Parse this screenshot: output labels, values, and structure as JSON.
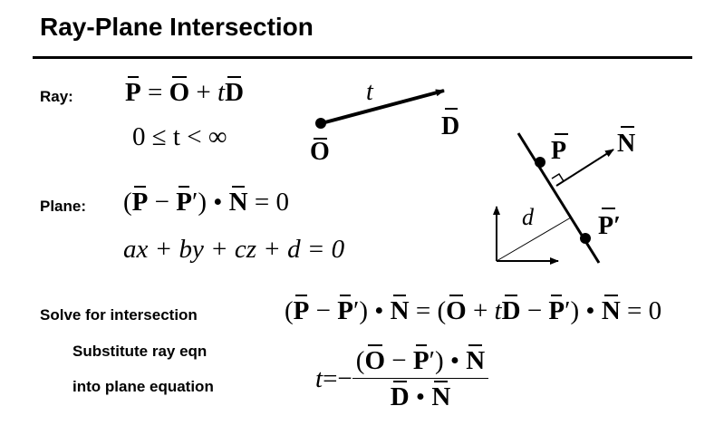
{
  "title": "Ray-Plane Intersection",
  "labels": {
    "ray": "Ray:",
    "plane": "Plane:",
    "solve": "Solve for intersection",
    "substitute": "Substitute ray eqn",
    "into_plane": "into plane equation"
  },
  "symbols": {
    "P": "P",
    "O": "O",
    "D": "D",
    "N": "N",
    "t": "t",
    "d": "d",
    "prime": "′",
    "eq": " = ",
    "plus": " + ",
    "minus": " − ",
    "dot": " • ",
    "zero": "0",
    "lparen": "(",
    "rparen": ")",
    "neg": "−"
  },
  "text": {
    "t_range": "0 ≤ t < ∞",
    "plane_general": "ax + by + cz + d = 0"
  },
  "diagram": {
    "t": "t",
    "D": "D",
    "O": "O",
    "P": "P",
    "N": "N",
    "Pprime": "P′",
    "d": "d"
  }
}
